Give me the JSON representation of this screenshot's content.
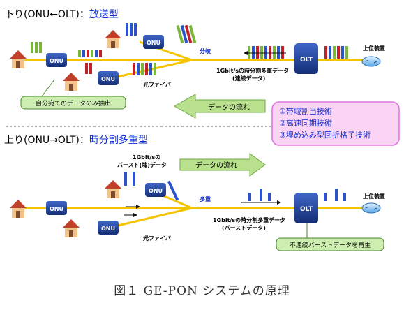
{
  "downlink": {
    "title_prefix": "下り(ONU←OLT)：",
    "title_type": "放送型",
    "splitter_label": "分岐",
    "stream_label_line1": "1Gbit/sの時分割多重データ",
    "stream_label_line2": "(連続データ)",
    "fiber_label": "光ファイバ",
    "extract_note": "自分宛てのデータのみ抽出",
    "flow_label": "データの流れ",
    "onu_label": "ONU",
    "olt_label": "OLT",
    "host_label": "上位装置"
  },
  "technologies": [
    "①帯域割当技術",
    "②高速同期技術",
    "③埋め込み型回折格子技術"
  ],
  "uplink": {
    "title_prefix": "上り(ONU→OLT)：",
    "title_type": "時分割多重型",
    "burst_label_line1": "1Gbit/sの",
    "burst_label_line2": "バースト(塊)データ",
    "flow_label": "データの流れ",
    "mux_label": "多重",
    "stream_label_line1": "1Gbit/sの時分割多重データ",
    "stream_label_line2": "(バーストデータ)",
    "fiber_label": "光ファイバ",
    "regen_note": "不連続バーストデータを再生",
    "onu_label": "ONU",
    "olt_label": "OLT",
    "host_label": "上位装置"
  },
  "caption": "図１ GE-PON システムの原理",
  "colors": {
    "fiber": "#f5c400",
    "onu_box": "#1f3f8f",
    "olt_box": "#1f3f8f",
    "accent_blue": "#1030d0",
    "green_bar": "#7ab63c",
    "red_bar": "#c0202a",
    "blue_bar": "#2a54c8",
    "flow_arrow": "#b9e08c",
    "note_fill": "#cdeeb0",
    "tech_box_fill": "#fbd3f5",
    "tech_box_border": "#e070e0"
  }
}
